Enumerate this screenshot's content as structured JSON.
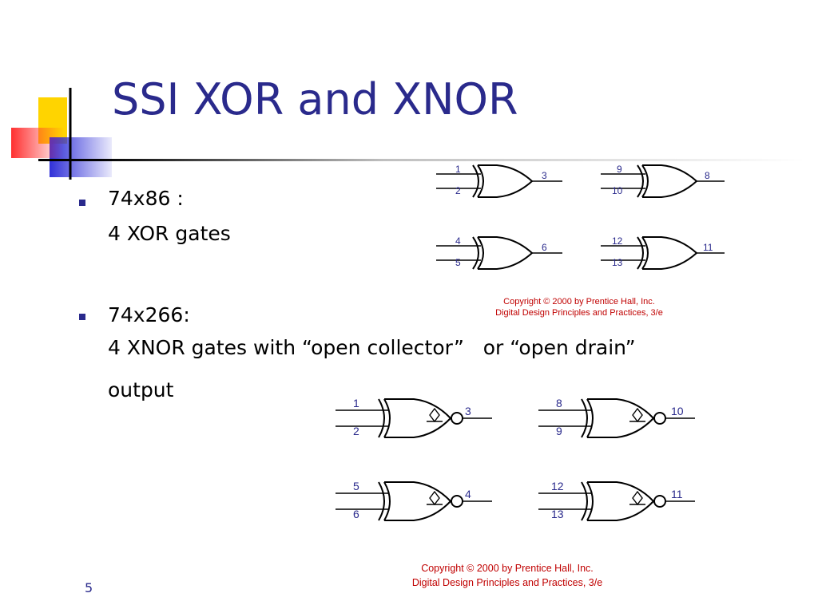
{
  "slide": {
    "title": "SSI XOR and XNOR",
    "number": "5",
    "colors": {
      "title": "#2a2a8c",
      "copyright": "#c00000",
      "deco_yellow": "#ffd400",
      "deco_red": "#ff4040",
      "deco_blue": "#3c3cd8"
    }
  },
  "bullets": [
    {
      "line1": "74x86 :",
      "line2": "4 XOR gates"
    },
    {
      "line1": "74x266:",
      "line2": "4 XNOR gates with “open collector”   or “open drain”",
      "line3": "output"
    }
  ],
  "xor_diagram": {
    "gates": [
      {
        "in1": "1",
        "in2": "2",
        "out": "3"
      },
      {
        "in1": "9",
        "in2": "10",
        "out": "8"
      },
      {
        "in1": "4",
        "in2": "5",
        "out": "6"
      },
      {
        "in1": "12",
        "in2": "13",
        "out": "11"
      }
    ],
    "copyright_line1": "Copyright © 2000 by Prentice Hall, Inc.",
    "copyright_line2": "Digital Design Principles and Practices, 3/e"
  },
  "xnor_diagram": {
    "gates": [
      {
        "in1": "1",
        "in2": "2",
        "out": "3"
      },
      {
        "in1": "8",
        "in2": "9",
        "out": "10"
      },
      {
        "in1": "5",
        "in2": "6",
        "out": "4"
      },
      {
        "in1": "12",
        "in2": "13",
        "out": "11"
      }
    ],
    "copyright_line1": "Copyright © 2000 by Prentice Hall, Inc.",
    "copyright_line2": "Digital Design Principles and Practices, 3/e"
  }
}
